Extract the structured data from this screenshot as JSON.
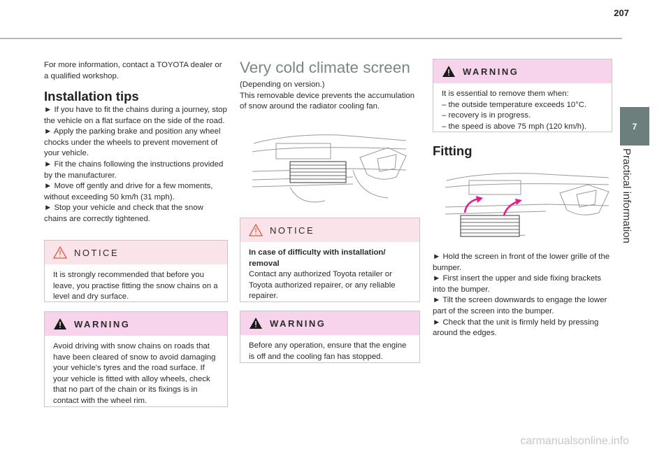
{
  "page": {
    "number": "207",
    "chapter_number": "7",
    "chapter_title": "Practical information",
    "watermark": "carmanualsonline.info"
  },
  "col1": {
    "intro": "For more information, contact a TOYOTA dealer or a qualified workshop.",
    "heading": "Installation tips",
    "steps": [
      "► If you have to fit the chains during a journey, stop the vehicle on a flat surface on the side of the road.",
      "► Apply the parking brake and position any wheel chocks under the wheels to prevent movement of your vehicle.",
      "► Fit the chains following the instructions provided by the manufacturer.",
      "► Move off gently and drive for a few moments, without exceeding 50 km/h (31 mph).",
      "► Stop your vehicle and check that the snow chains are correctly tightened."
    ],
    "notice": {
      "label": "NOTICE",
      "text": "It is strongly recommended that before you leave, you practise fitting the snow chains on a level and dry surface."
    },
    "warning": {
      "label": "WARNING",
      "text": "Avoid driving with snow chains on roads that have been cleared of snow to avoid damaging your vehicle's tyres and the road surface. If your vehicle is fitted with alloy wheels, check that no part of the chain or its fixings is in contact with the wheel rim."
    }
  },
  "col2": {
    "title": "Very cold climate screen",
    "intro1": "(Depending on version.)",
    "intro2": "This removable device prevents the accumulation of snow around the radiator cooling fan.",
    "notice": {
      "label": "NOTICE",
      "bold": "In case of difficulty with installation/ removal",
      "text": "Contact any authorized Toyota retailer or Toyota authorized repairer, or any reliable repairer."
    },
    "warning": {
      "label": "WARNING",
      "text": "Before any operation, ensure that the engine is off and the cooling fan has stopped."
    }
  },
  "col3": {
    "warning": {
      "label": "WARNING",
      "intro": "It is essential to remove them when:",
      "items": [
        "– the outside temperature exceeds 10°C.",
        "– recovery is in progress.",
        "– the speed is above 75 mph (120 km/h)."
      ]
    },
    "heading": "Fitting",
    "steps": [
      "► Hold the screen in front of the lower grille of the bumper.",
      "► First insert the upper and side fixing brackets into the bumper.",
      "► Tilt the screen downwards to engage the lower part of the screen into the bumper.",
      "► Check that the unit is firmly held by pressing around the edges."
    ]
  },
  "colors": {
    "notice_bg": "#fbe3ea",
    "warning_bg": "#f7d4ec",
    "side_tab": "#6d7f7c",
    "arrow": "#e0218a"
  },
  "icons": {
    "notice": "notice-triangle-icon",
    "warning": "warning-triangle-icon"
  }
}
